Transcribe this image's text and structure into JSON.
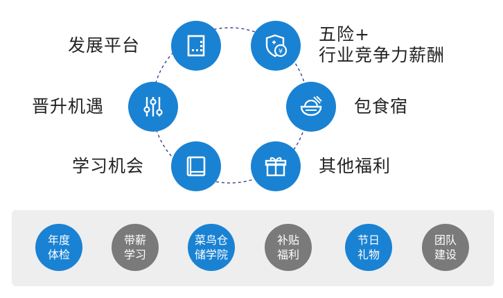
{
  "colors": {
    "blue": "#1a82d3",
    "gray": "#7a7a7a",
    "panel": "#eeeeee",
    "ring": "#3a3a8c"
  },
  "features": [
    {
      "label": "发展平台",
      "icon": "building-icon"
    },
    {
      "label_line1": "五险+",
      "label_line2": "行业竞争力薪酬",
      "icon": "shield-yen-icon"
    },
    {
      "label": "晋升机遇",
      "icon": "sliders-icon"
    },
    {
      "label": "包食宿",
      "icon": "food-bowl-icon"
    },
    {
      "label": "学习机会",
      "icon": "book-icon"
    },
    {
      "label": "其他福利",
      "icon": "gift-icon"
    }
  ],
  "benefits": [
    {
      "line1": "年度",
      "line2": "体检",
      "color": "#1a82d3"
    },
    {
      "line1": "带薪",
      "line2": "学习",
      "color": "#7a7a7a"
    },
    {
      "line1": "菜鸟仓",
      "line2": "储学院",
      "color": "#1a82d3"
    },
    {
      "line1": "补贴",
      "line2": "福利",
      "color": "#7a7a7a"
    },
    {
      "line1": "节日",
      "line2": "礼物",
      "color": "#1a82d3"
    },
    {
      "line1": "团队",
      "line2": "建设",
      "color": "#7a7a7a"
    }
  ]
}
